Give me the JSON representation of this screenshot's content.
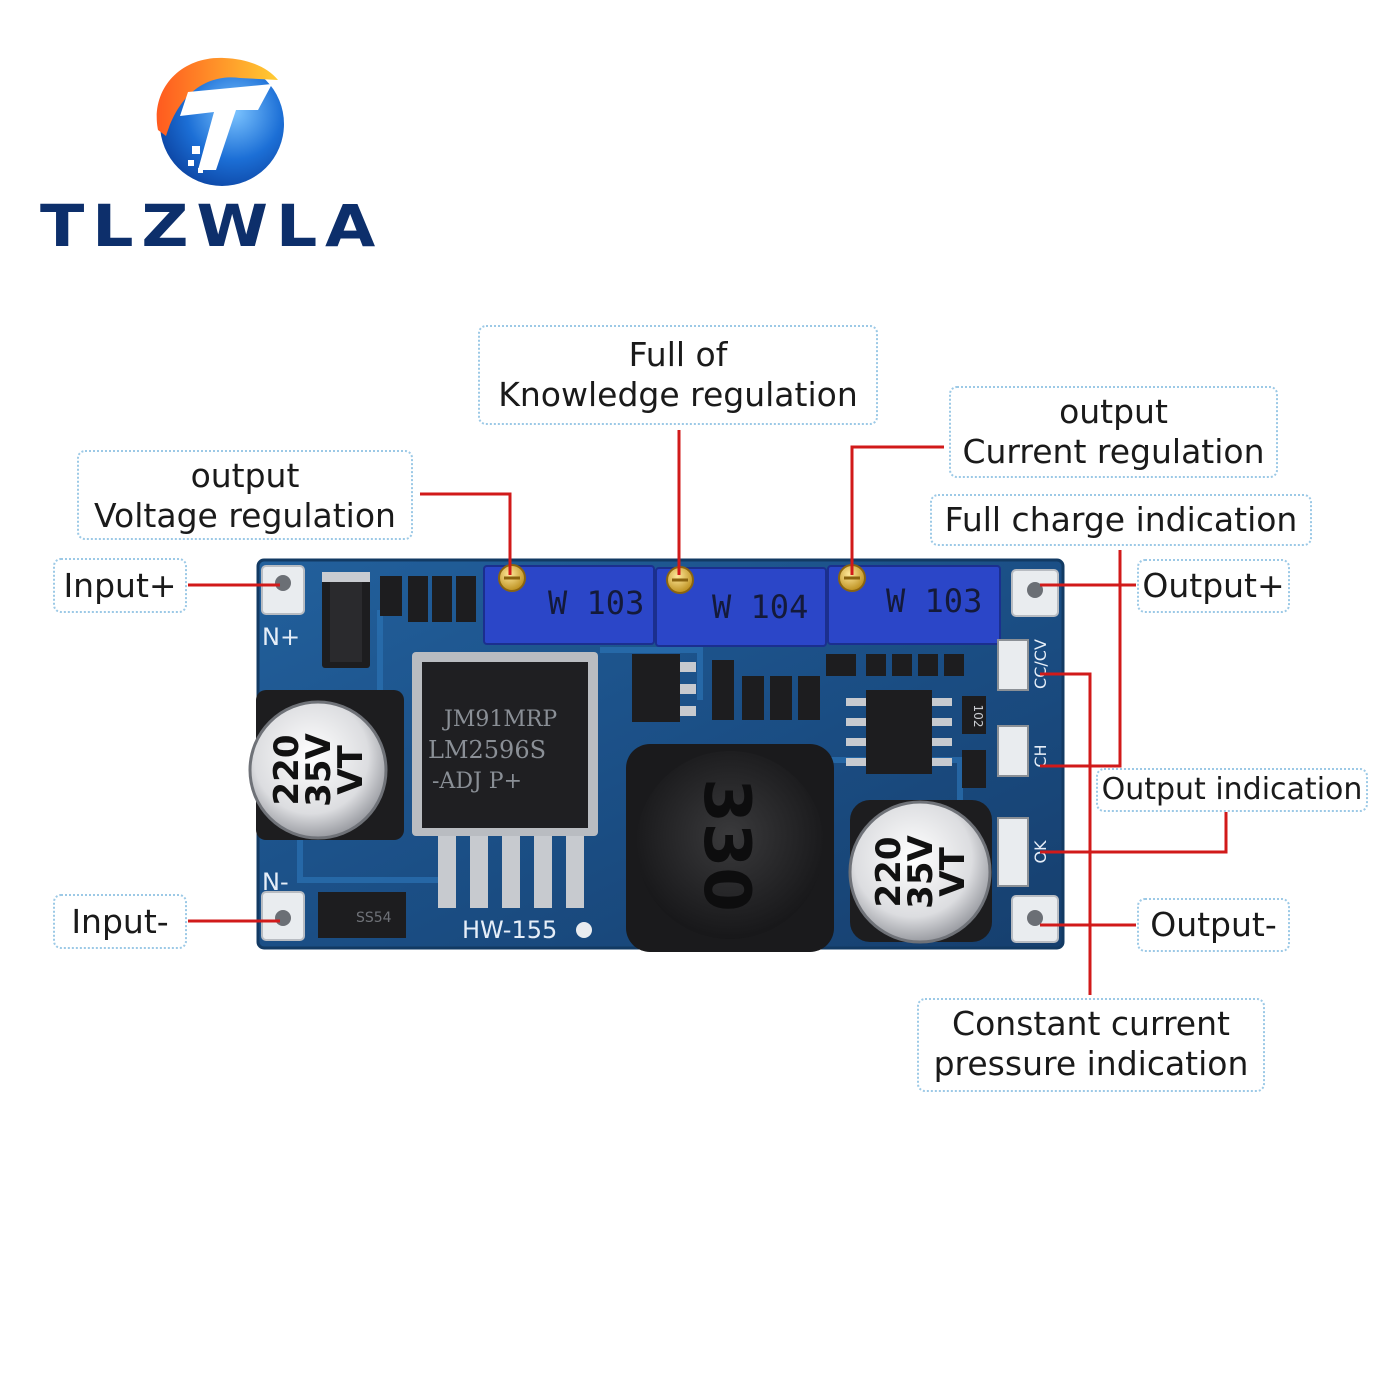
{
  "brand": {
    "name": "TLZWLA",
    "colors": {
      "navy": "#0d2f6b",
      "blue": "#1c6fd6",
      "orange": "#f5a623"
    }
  },
  "board": {
    "model": "HW-155",
    "chip_marking": [
      "JM91MRP",
      "LM2596S",
      "-ADJ   P+"
    ],
    "pots": [
      "W 103",
      "W 104",
      "W 103"
    ],
    "capacitor_marking": [
      "220",
      "35V",
      "VT"
    ],
    "inductor_marking": "330",
    "silk": {
      "in_plus": "N+",
      "in_minus": "N-",
      "led_ccv": "CC/CV",
      "led_ch": "CH",
      "led_ok": "OK",
      "diode": "SS54",
      "resistor": "102"
    },
    "colors": {
      "pcb": "#1b4f86",
      "pot": "#2b46c8",
      "pad": "#e9ecef"
    }
  },
  "annotations": {
    "input_plus": "Input+",
    "input_minus": "Input-",
    "output_plus": "Output+",
    "output_minus": "Output-",
    "voltage_regulation": [
      "output",
      "Voltage regulation"
    ],
    "knowledge_regulation": [
      "Full of",
      "Knowledge regulation"
    ],
    "current_regulation": [
      "output",
      "Current regulation"
    ],
    "full_charge": "Full charge indication",
    "output_indication": "Output indication",
    "constant_current": [
      "Constant current",
      "pressure indication"
    ]
  },
  "style": {
    "leader_color": "#d11a1a",
    "label_border": "#9cc9e6"
  }
}
